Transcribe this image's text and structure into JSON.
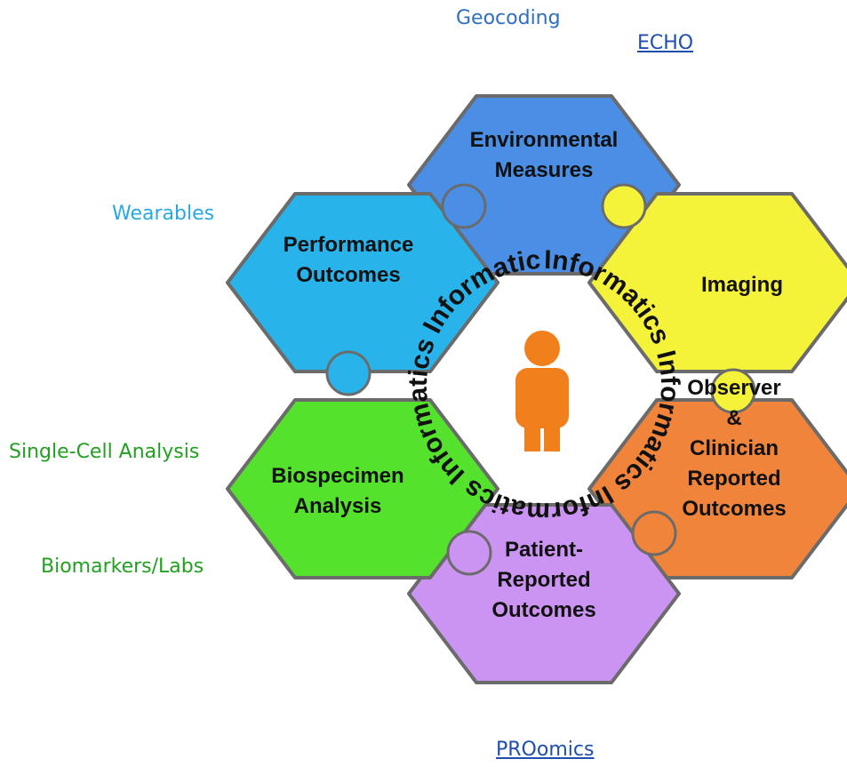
{
  "diagram": {
    "segments": [
      {
        "id": "environmental",
        "lines": [
          "Environmental",
          "Measures"
        ],
        "color": "#4a8ee6"
      },
      {
        "id": "imaging",
        "lines": [
          "Imaging"
        ],
        "color": "#f5f23a"
      },
      {
        "id": "observer",
        "lines": [
          "Observer",
          "&",
          "Clinician",
          "Reported",
          "Outcomes"
        ],
        "color": "#f0843a"
      },
      {
        "id": "patient",
        "lines": [
          "Patient-",
          "Reported",
          "Outcomes"
        ],
        "color": "#cc94f2"
      },
      {
        "id": "biospecimen",
        "lines": [
          "Biospecimen",
          "Analysis"
        ],
        "color": "#54e22c"
      },
      {
        "id": "performance",
        "lines": [
          "Performance",
          "Outcomes"
        ],
        "color": "#28b4ea"
      }
    ],
    "ring_word": "Informatics",
    "center_icon": "person-icon",
    "center_color": "#f07f1c"
  },
  "labels": {
    "geocoding": "Geocoding",
    "echo": "ECHO",
    "wearables": "Wearables",
    "single_cell": "Single-Cell Analysis",
    "biomarkers": "Biomarkers/Labs",
    "proomics": "PROomics"
  },
  "colors": {
    "blue_label": "#2e6fc0",
    "light_blue_label": "#2aa8e0",
    "green_label": "#22a020",
    "link_label": "#1e4fae"
  }
}
